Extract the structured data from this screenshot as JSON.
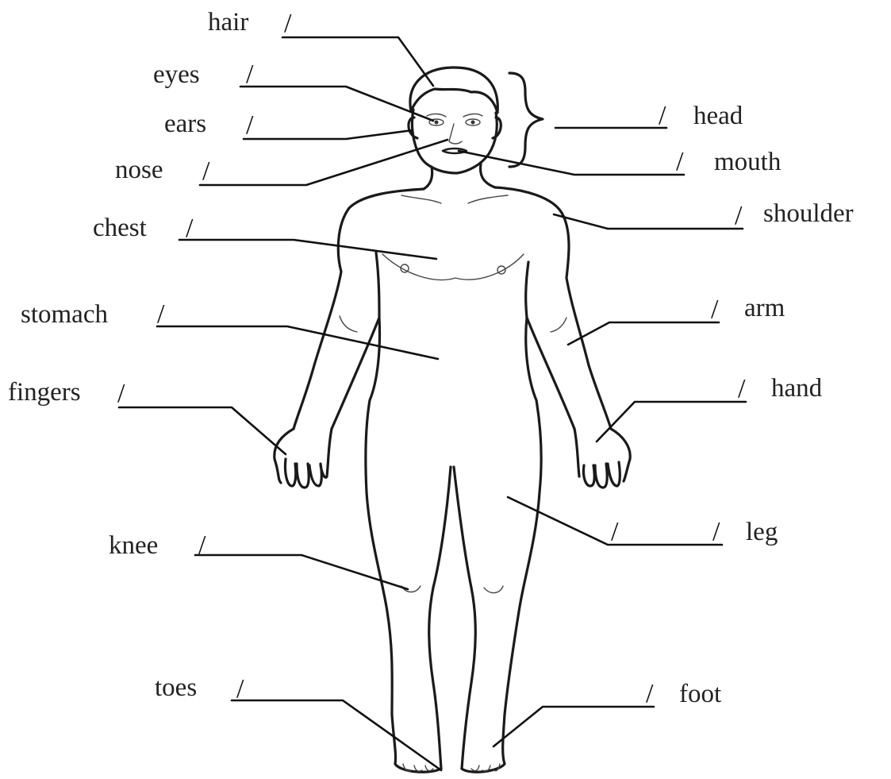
{
  "separator": "/",
  "labels": {
    "hair": "hair",
    "eyes": "eyes",
    "ears": "ears",
    "nose": "nose",
    "chest": "chest",
    "stomach": "stomach",
    "fingers": "fingers",
    "knee": "knee",
    "toes": "toes",
    "head": "head",
    "mouth": "mouth",
    "shoulder": "shoulder",
    "arm": "arm",
    "hand": "hand",
    "leg": "leg",
    "foot": "foot"
  }
}
